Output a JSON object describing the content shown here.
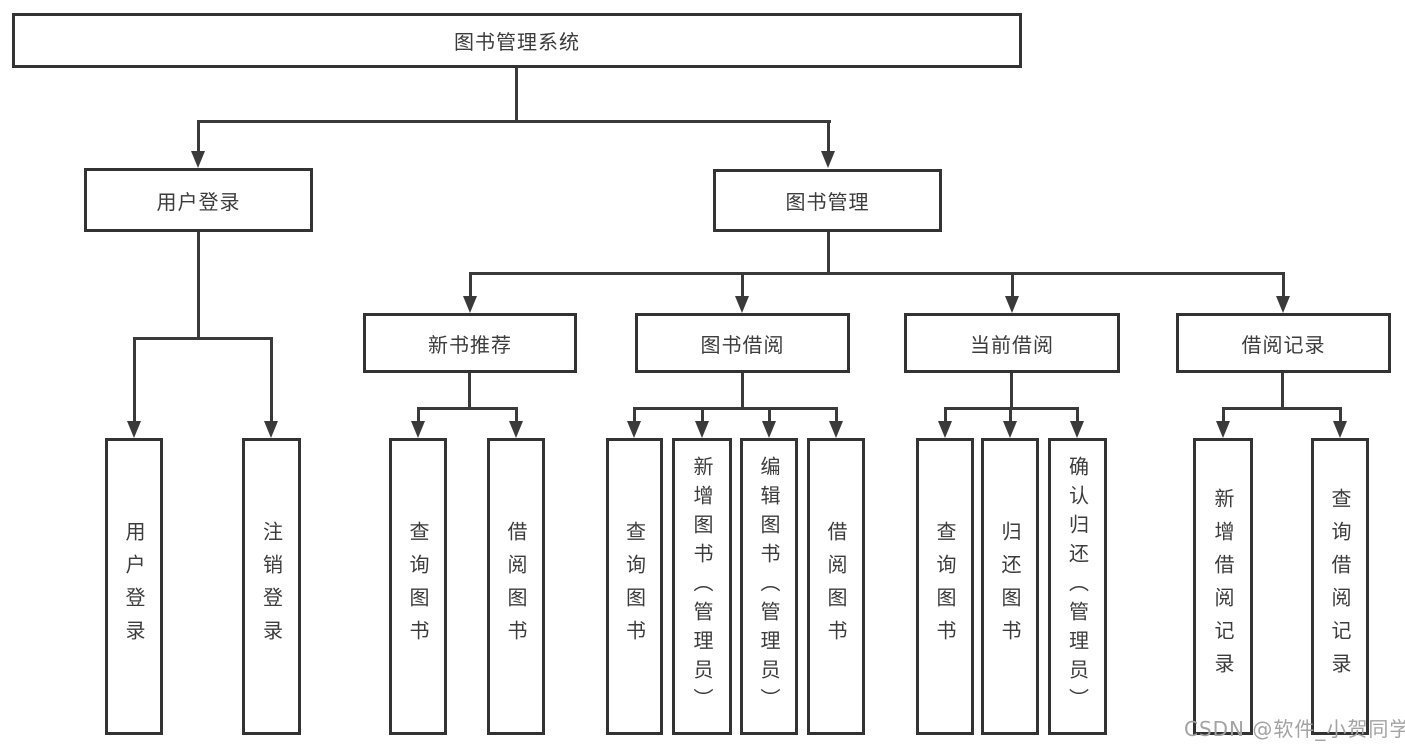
{
  "colors": {
    "line": "#3a3a3a",
    "box_border": "#333333",
    "box_fill": "#ffffff",
    "text": "#3c3c3c",
    "watermark": "#a3a3a3",
    "background": "#ffffff"
  },
  "watermark": {
    "text": "CSDN @软件_小贺同学"
  },
  "diagram": {
    "root": {
      "label": "图书管理系统"
    },
    "level2": [
      {
        "label": "用户登录",
        "children": [
          {
            "label": "用户登录"
          },
          {
            "label": "注销登录"
          }
        ]
      },
      {
        "label": "图书管理",
        "children": [
          {
            "label": "新书推荐",
            "children": [
              {
                "label": "查询图书"
              },
              {
                "label": "借阅图书"
              }
            ]
          },
          {
            "label": "图书借阅",
            "children": [
              {
                "label": "查询图书"
              },
              {
                "label": "新增图书（管理员）"
              },
              {
                "label": "编辑图书（管理员）"
              },
              {
                "label": "借阅图书"
              }
            ]
          },
          {
            "label": "当前借阅",
            "children": [
              {
                "label": "查询图书"
              },
              {
                "label": "归还图书"
              },
              {
                "label": "确认归还（管理员）"
              }
            ]
          },
          {
            "label": "借阅记录",
            "children": [
              {
                "label": "新增借阅记录"
              },
              {
                "label": "查询借阅记录"
              }
            ]
          }
        ]
      }
    ]
  }
}
